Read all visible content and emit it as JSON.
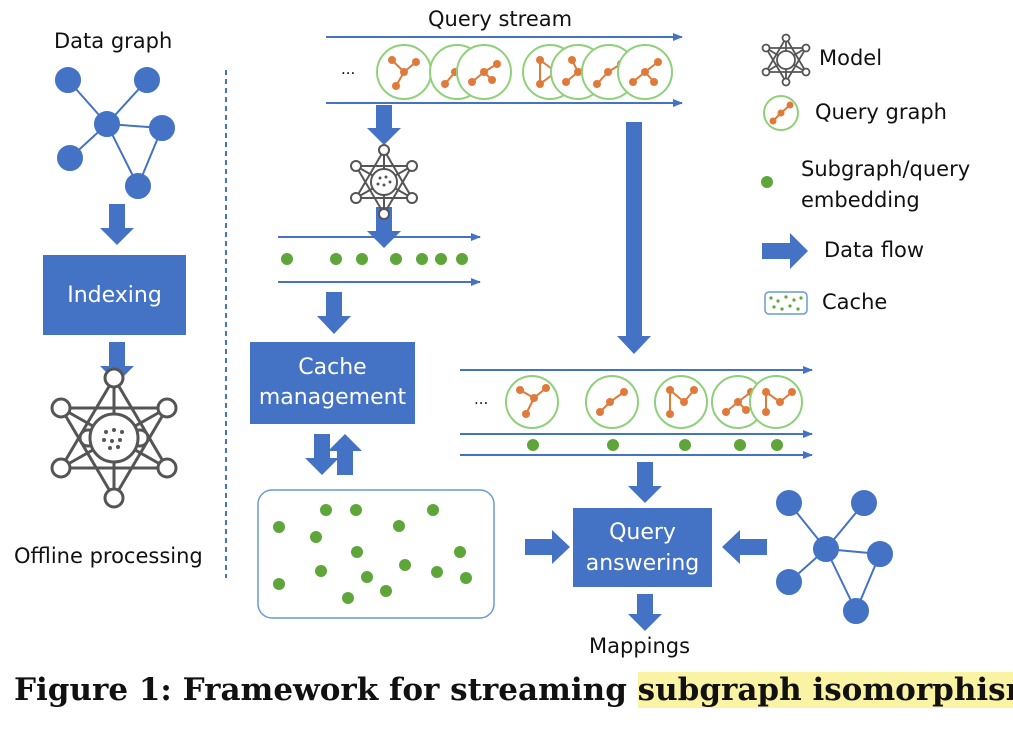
{
  "labels": {
    "data_graph": "Data graph",
    "query_stream": "Query stream",
    "offline_processing": "Offline processing",
    "mappings": "Mappings",
    "ellipsis": "..."
  },
  "boxes": {
    "indexing": "Indexing",
    "cache_management": "Cache management",
    "query_answering": "Query answering"
  },
  "legend": {
    "model": "Model",
    "query_graph": "Query graph",
    "embedding": "Subgraph/query embedding",
    "data_flow": "Data flow",
    "cache": "Cache"
  },
  "caption": {
    "prefix": "Figure 1: Framework for streaming ",
    "highlight": "subgraph isomorphism",
    "suffix": "."
  },
  "colors": {
    "accent_blue": "#4472c4",
    "node_orange": "#e07a3a",
    "embedding_green": "#5ea63a",
    "query_circle": "#8fd07a",
    "highlight": "#fbf3a4"
  },
  "icons": [
    "model-icon",
    "query-graph-icon",
    "embedding-dot-icon",
    "data-flow-arrow-icon",
    "cache-icon"
  ]
}
